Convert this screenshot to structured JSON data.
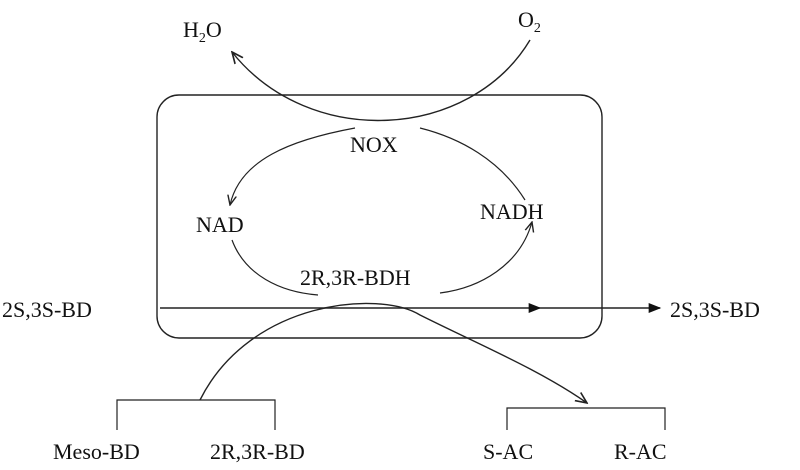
{
  "labels": {
    "water": "H",
    "water_sub": "2",
    "water_tail": "O",
    "oxygen": "O",
    "oxygen_sub": "2",
    "nox": "NOX",
    "nad": "NAD",
    "nadh": "NADH",
    "enzyme": "2R,3R-BDH",
    "input_bd": "2S,3S-BD",
    "output_bd": "2S,3S-BD",
    "meso_bd": "Meso-BD",
    "rr_bd": "2R,3R-BD",
    "s_ac": "S-AC",
    "r_ac": "R-AC"
  }
}
